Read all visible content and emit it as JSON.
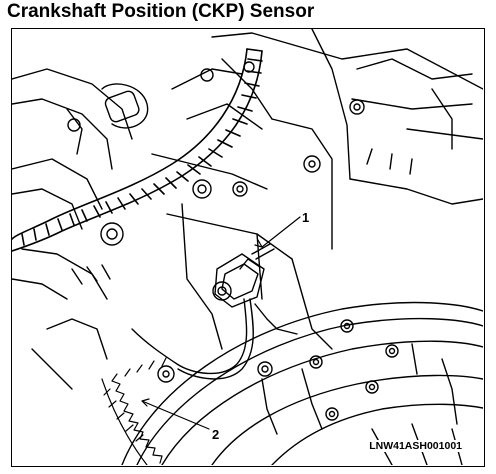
{
  "page": {
    "title": "Crankshaft Position (CKP) Sensor",
    "figure_code": "LNW41ASH001001"
  },
  "callouts": {
    "c1": "1",
    "c2": "2"
  }
}
